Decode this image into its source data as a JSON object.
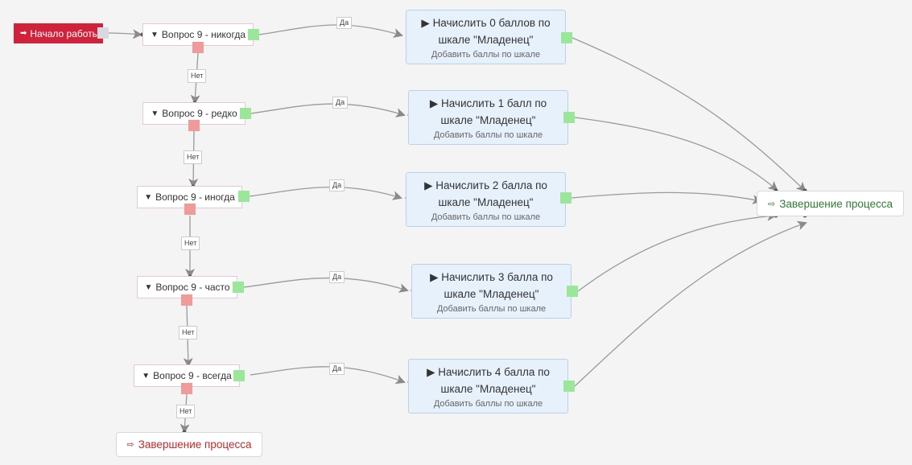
{
  "start": {
    "label": "Начало работы",
    "icon": "sign-in-icon",
    "color": "#d0223a"
  },
  "conditions": [
    {
      "label": "Вопрос 9 - никогда"
    },
    {
      "label": "Вопрос 9 - редко"
    },
    {
      "label": "Вопрос 9 - иногда"
    },
    {
      "label": "Вопрос 9 - часто"
    },
    {
      "label": "Вопрос 9 - всегда"
    }
  ],
  "actions": [
    {
      "title1": "Начислить 0 баллов по",
      "title2": "шкале \"Младенец\"",
      "subtitle": "Добавить баллы по шкале"
    },
    {
      "title1": "Начислить 1 балл по",
      "title2": "шкале \"Младенец\"",
      "subtitle": "Добавить баллы по шкале"
    },
    {
      "title1": "Начислить 2 балла по",
      "title2": "шкале \"Младенец\"",
      "subtitle": "Добавить баллы по шкале"
    },
    {
      "title1": "Начислить 3 балла по",
      "title2": "шкале \"Младенец\"",
      "subtitle": "Добавить баллы по шкале"
    },
    {
      "title1": "Начислить 4 балла по",
      "title2": "шкале \"Младенец\"",
      "subtitle": "Добавить баллы по шкале"
    }
  ],
  "ends": {
    "success": {
      "label": "Завершение процесса",
      "color": "#2e7d32"
    },
    "fail": {
      "label": "Завершение процесса",
      "color": "#c62828"
    }
  },
  "edge_labels": {
    "yes": "Да",
    "no": "Нет"
  },
  "colors": {
    "yes_port": "#9be79a",
    "no_port": "#f09a9a",
    "action_bg": "#e6f1fc",
    "edge": "#999999"
  }
}
